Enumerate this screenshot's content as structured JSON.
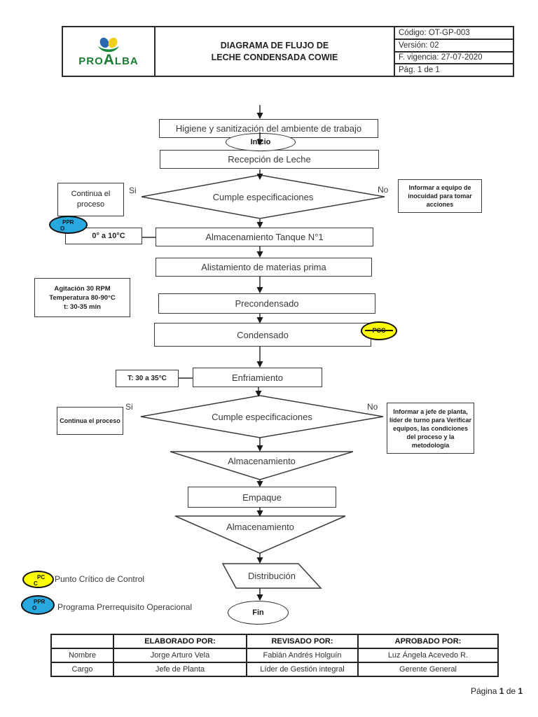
{
  "header": {
    "brand": {
      "pro": "PRO",
      "a": "A",
      "lba": "LBA"
    },
    "title_line1": "DIAGRAMA DE FLUJO DE",
    "title_line2": "LECHE CONDENSADA COWIE",
    "meta": {
      "codigo": "Código: OT-GP-003",
      "version": "Versión: 02",
      "vigencia": "F. vigencia: 27-07-2020",
      "pagina": "Pág. 1 de 1"
    }
  },
  "flow": {
    "higiene": "Higiene y sanitización del ambiente de trabajo",
    "inicio": "Inicio",
    "recepcion": "Recepción de Leche",
    "decision1": "Cumple especificaciones",
    "si1": "Si",
    "no1": "No",
    "continua1": "Continua el proceso",
    "informar1": "Informar a equipo de inocuidad para tomar acciones",
    "ppro_l1": "PPR",
    "ppro_l2": "O",
    "temp1": "0° a 10°C",
    "tanque": "Almacenamiento Tanque N°1",
    "alistamiento": "Alistamiento de materias prima",
    "agitacion": {
      "l1": "Agitación 30 RPM",
      "l2": "Temperatura 80-90°C",
      "l3": "t: 30-35 min"
    },
    "precondensado": "Precondensado",
    "condensado": "Condensado",
    "pcc": "PCC",
    "temp2": "T: 30 a 35°C",
    "enfriamiento": "Enfriamiento",
    "decision2": "Cumple especificaciones",
    "si2": "Si",
    "no2": "No",
    "continua2": "Continua el proceso",
    "informar2": "Informar a jefe de planta, líder de turno para Verificar equipos, las condiciones del proceso y la metodología",
    "almacen1": "Almacenamiento",
    "empaque": "Empaque",
    "almacen2": "Almacenamiento",
    "distribucion": "Distribución",
    "fin": "Fin"
  },
  "legend": {
    "pcc_l1": "PC",
    "pcc_l2": "C",
    "pcc_label": "Punto Crítico de Control",
    "ppro_l1": "PPR",
    "ppro_l2": "O",
    "ppro_label": "Programa Prerrequisito Operacional"
  },
  "approval_table": {
    "headers": [
      "",
      "ELABORADO POR:",
      "REVISADO POR:",
      "APROBADO POR:"
    ],
    "rows": [
      {
        "label": "Nombre",
        "values": [
          "Jorge Arturo Vela",
          "Fabián Andrés Holguín",
          "Luz Ángela Acevedo R."
        ]
      },
      {
        "label": "Cargo",
        "values": [
          "Jefe de Planta",
          "Líder de Gestión integral",
          "Gerente General"
        ]
      }
    ]
  },
  "footer": {
    "prefix": "Página",
    "page": "1",
    "separator": "de",
    "total": "1"
  },
  "colors": {
    "pcc_yellow": "#FFFF00",
    "ppro_blue": "#29A8E0",
    "brand_green": "#1B7B33",
    "line": "#3A3A3A"
  }
}
